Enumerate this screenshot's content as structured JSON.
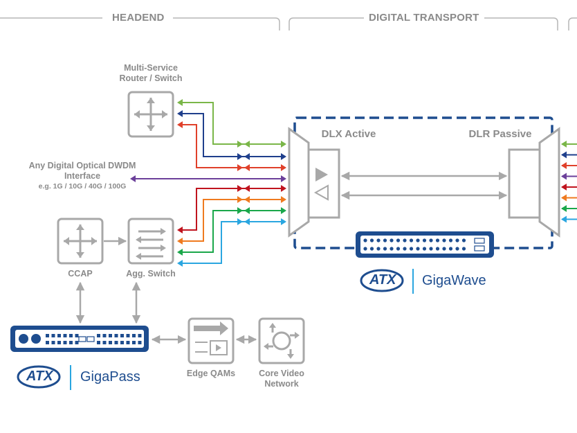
{
  "sections": {
    "headend": "HEADEND",
    "digital_transport": "DIGITAL TRANSPORT"
  },
  "nodes": {
    "router_line1": "Multi-Service",
    "router_line2": "Router / Switch",
    "dwdm_line1": "Any Digital Optical DWDM",
    "dwdm_line2": "Interface",
    "dwdm_line3": "e.g. 1G / 10G / 40G / 100G",
    "ccap": "CCAP",
    "agg_switch": "Agg. Switch",
    "edge_qams": "Edge QAMs",
    "core_video_line1": "Core Video",
    "core_video_line2": "Network",
    "dlx_active": "DLX Active",
    "dlr_passive": "DLR Passive"
  },
  "brands": {
    "atx_logo": "ATX",
    "gigawave": "GigaWave",
    "gigapass": "GigaPass"
  },
  "colors": {
    "green": "#7ab648",
    "navy": "#1f3f8c",
    "red": "#e0402a",
    "purple": "#6b3f9a",
    "darkred": "#c0141e",
    "orange": "#ef7a1f",
    "dgreen": "#1aa74a",
    "sky": "#2aa6e0",
    "gray": "#a8a8a8",
    "brand_blue": "#1e4d8f"
  },
  "icons": {
    "router": "router-cross-arrows-icon",
    "switch": "switch-arrows-icon",
    "ccap": "ccap-cross-arrows-icon",
    "edge_qam": "edge-qam-icon",
    "core_video": "core-video-network-icon",
    "gigawave_chassis": "gigawave-chassis-icon",
    "gigapass_chassis": "gigapass-chassis-icon"
  }
}
